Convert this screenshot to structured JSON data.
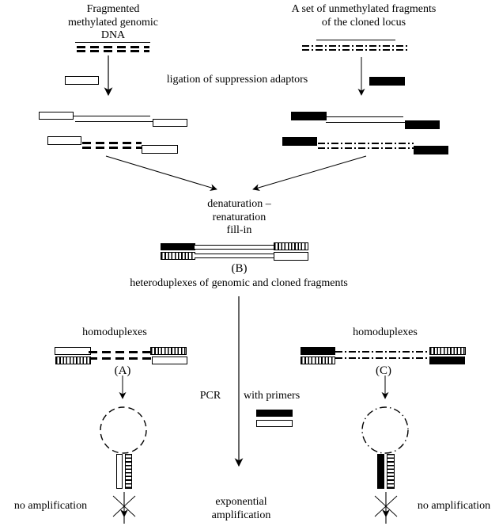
{
  "figure": {
    "left_source_title": "Fragmented\nmethylated genomic\nDNA",
    "right_source_title": "A set of unmethylated fragments\nof the cloned locus",
    "ligation_step": "ligation of suppression adaptors",
    "denaturation_step": "denaturation –\nrenaturation\nfill-in",
    "heteroduplex_label": "(B)",
    "heteroduplex_caption": "heteroduplexes of genomic and cloned fragments",
    "left_branch": {
      "title": "homoduplexes",
      "label": "(A)",
      "result": "no amplification"
    },
    "right_branch": {
      "title": "homoduplexes",
      "label": "(C)",
      "result": "no amplification"
    },
    "pcr_step": {
      "left": "PCR",
      "right": "with primers"
    },
    "center_result": "exponential\namplification"
  },
  "colors": {
    "ink": "#000000",
    "paper": "#ffffff"
  }
}
